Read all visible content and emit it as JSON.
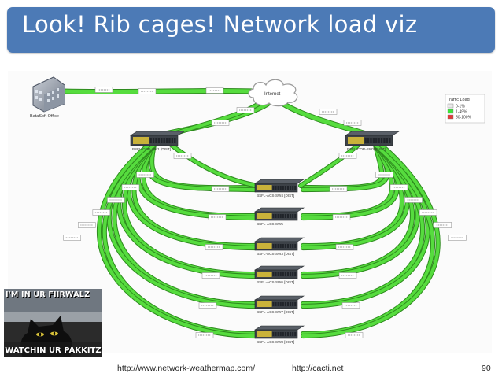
{
  "slide": {
    "title": "Look! Rib cages! Network load viz",
    "footer_left": "http://www.network-weathermap.com/",
    "footer_center": "http://cacti.net",
    "page_number": "90"
  },
  "map": {
    "office_label": "BataSoft Office",
    "internet_label": "Internet",
    "legend_title": "Traffic Load",
    "legend_items": [
      {
        "label": "0-1%",
        "color": "#e9e9e9"
      },
      {
        "label": "1-49%",
        "color": "#39e339"
      },
      {
        "label": "50-100%",
        "color": "#e33939"
      }
    ],
    "switch_left": "BSFL-COR-SW1 [DIST]",
    "switch_right": "BSFL-COR-SW2 [DIST]",
    "access_switches": [
      "BSFL-ACS-SW4 [DIST]",
      "BSFL-ACS-SW5",
      "BSFL-ACS-SW3 [DIST]",
      "BSFL-ACS-SW6 [DIST]",
      "BSFL-ACS-SW7 [DIST]",
      "BSFL-ACS-SW8 [DIST]"
    ],
    "link_green": "#56dc3e",
    "link_outline": "#2e8a1e"
  },
  "meme": {
    "top_text": "I'M IN UR FIIRWALZ",
    "bottom_text": "WATCHIN UR PAKKITZ"
  }
}
